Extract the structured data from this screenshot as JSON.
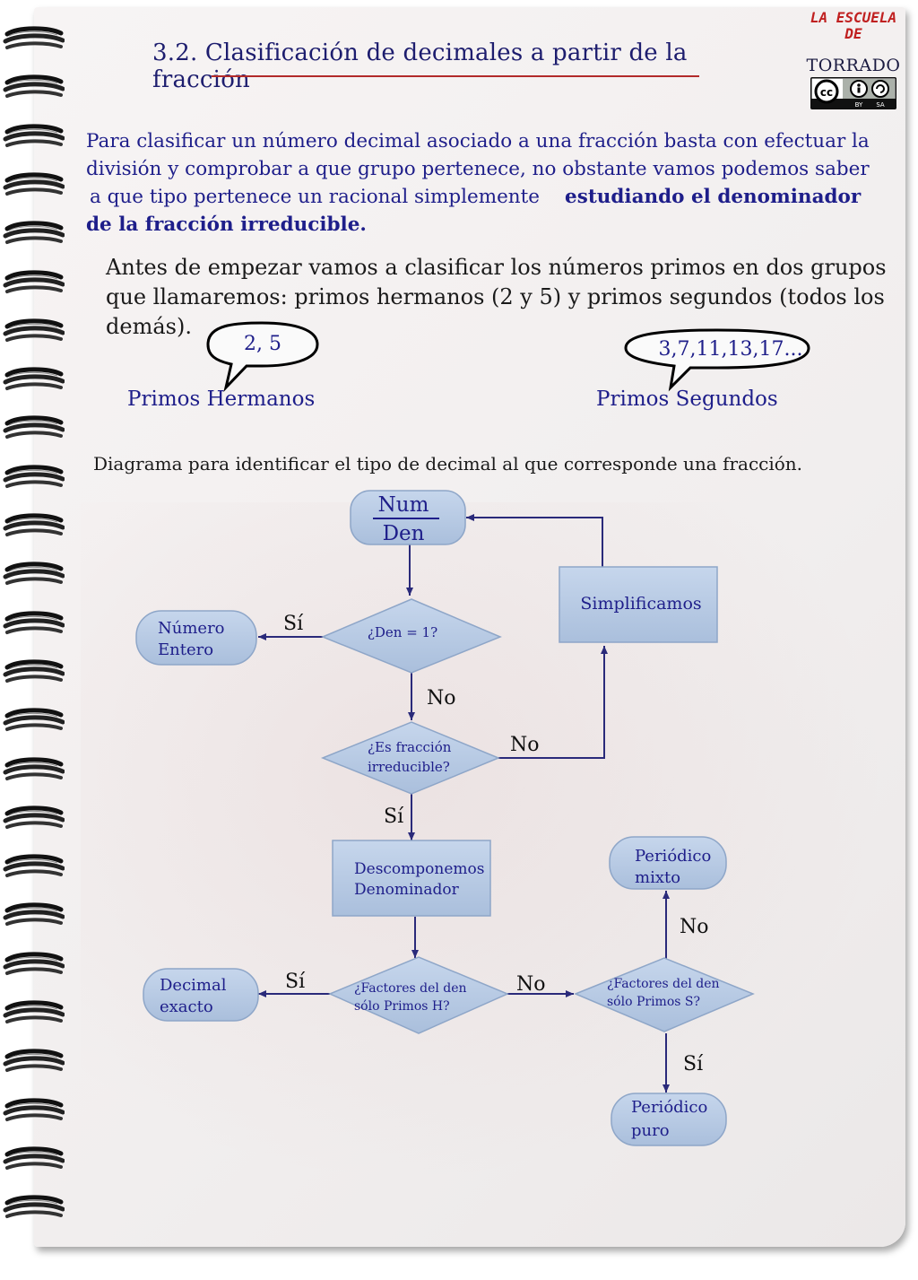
{
  "title": "3.2. Clasificación de decimales a partir de la fracción",
  "logo": {
    "line1": "LA ESCUELA",
    "line2": "DE",
    "line3": "TORRADO",
    "cc_by": "BY",
    "cc_sa": "SA"
  },
  "intro": {
    "line1": "Para clasificar un número decimal asociado a una fracción basta con efectuar la",
    "line2": "división y comprobar a que grupo pertenece, no obstante vamos podemos saber",
    "line3_normal": "a que tipo pertenece un racional simplemente",
    "line3_bold": "estudiando el denominador",
    "line4_bold": "de la fracción irreducible."
  },
  "primes": {
    "text": "Antes de empezar vamos a clasificar los números primos en dos grupos que llamaremos: primos hermanos (2 y 5) y primos segundos (todos los demás).",
    "bubble_left": "2, 5",
    "bubble_right": "3,7,11,13,17...",
    "label_left": "Primos Hermanos",
    "label_right": "Primos Segundos"
  },
  "diagram_caption": "Diagrama para identificar el tipo de decimal al que corresponde una fracción.",
  "flow": {
    "num": "Num",
    "den": "Den",
    "simplify": "Simplificamos",
    "q_den1": "¿Den = 1?",
    "integer_1": "Número",
    "integer_2": "Entero",
    "q_irreducible_1": "¿Es fracción",
    "q_irreducible_2": "irreducible?",
    "decompose_1": "Descomponemos",
    "decompose_2": "Denominador",
    "q_h_1": "¿Factores del den",
    "q_h_2": "sólo Primos H?",
    "q_s_1": "¿Factores del den",
    "q_s_2": "sólo Primos S?",
    "exact_1": "Decimal",
    "exact_2": "exacto",
    "mixed_1": "Periódico",
    "mixed_2": "mixto",
    "pure_1": "Periódico",
    "pure_2": "puro",
    "yes": "Sí",
    "no": "No"
  },
  "colors": {
    "title": "#1d1d6e",
    "body_blue": "#1e1e8a",
    "underline": "#b22a2a",
    "node_fill": "#b8cce4",
    "node_stroke": "#8ea6c8",
    "connector": "#2a2a7a"
  }
}
